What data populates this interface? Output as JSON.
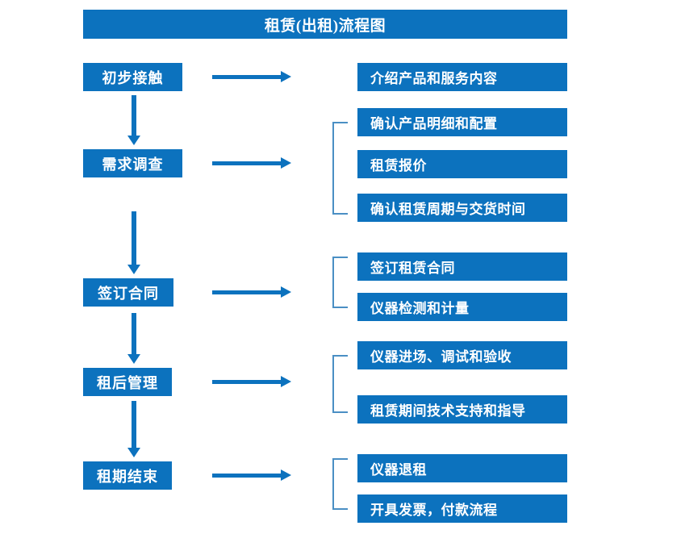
{
  "diagram": {
    "title": "租赁(出租)流程图",
    "accent_color": "#0C72BE",
    "bracket_color": "#4A8FC4",
    "background_color": "#FFFFFF",
    "stages": [
      {
        "label": "初步接触"
      },
      {
        "label": "需求调查"
      },
      {
        "label": "签订合同"
      },
      {
        "label": "租后管理"
      },
      {
        "label": "租期结束"
      }
    ],
    "details": [
      {
        "label": "介绍产品和服务内容"
      },
      {
        "label": "确认产品明细和配置"
      },
      {
        "label": "租赁报价"
      },
      {
        "label": "确认租赁周期与交货时间"
      },
      {
        "label": "签订租赁合同"
      },
      {
        "label": "仪器检测和计量"
      },
      {
        "label": "仪器进场、调试和验收"
      },
      {
        "label": "租赁期间技术支持和指导"
      },
      {
        "label": "仪器退租"
      },
      {
        "label": "开具发票，付款流程"
      }
    ]
  }
}
